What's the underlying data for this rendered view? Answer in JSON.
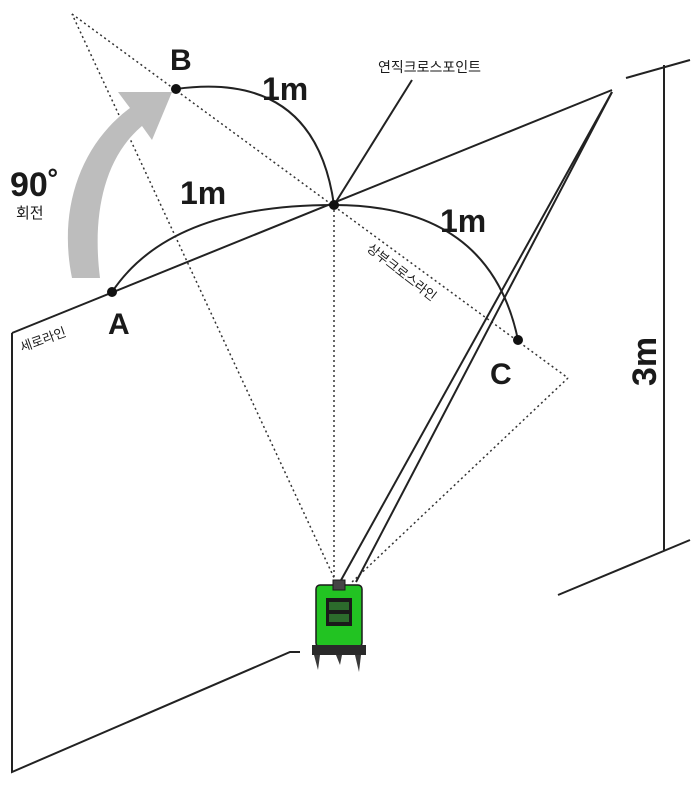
{
  "labels": {
    "point_a": "A",
    "point_b": "B",
    "point_c": "C",
    "distance_b": "1m",
    "distance_a": "1m",
    "distance_c": "1m",
    "rotation_angle": "90˚",
    "rotation_text": "회전",
    "height": "3m",
    "vertical_cross_point": "연직크로스포인트",
    "vertical_line": "세로라인",
    "ceiling_cross_line": "상부크로스라인"
  },
  "device": {
    "body_color": "#22c322",
    "display_line1": "",
    "display_line2": ""
  }
}
